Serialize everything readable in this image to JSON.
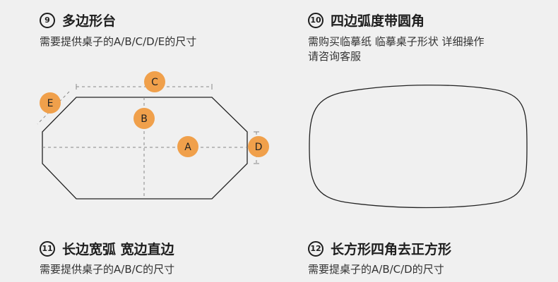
{
  "cards": [
    {
      "num": "9",
      "title": "多边形台",
      "desc": "需要提供桌子的A/B/C/D/E的尺寸",
      "labels": {
        "a": "A",
        "b": "B",
        "c": "C",
        "d": "D",
        "e": "E"
      }
    },
    {
      "num": "10",
      "title": "四边弧度带圆角",
      "desc_lines": [
        "需购买临摹纸 临摹桌子形状 详细操作",
        "请咨询客服"
      ]
    },
    {
      "num": "11",
      "title": "长边宽弧 宽边直边",
      "desc": "需要提供桌子的A/B/C的尺寸"
    },
    {
      "num": "12",
      "title": "长方形四角去正方形",
      "desc": "需要提桌子的A/B/C/D的尺寸"
    }
  ],
  "colors": {
    "badge": "#f0a04b",
    "line": "#222222",
    "dash": "#888888"
  }
}
